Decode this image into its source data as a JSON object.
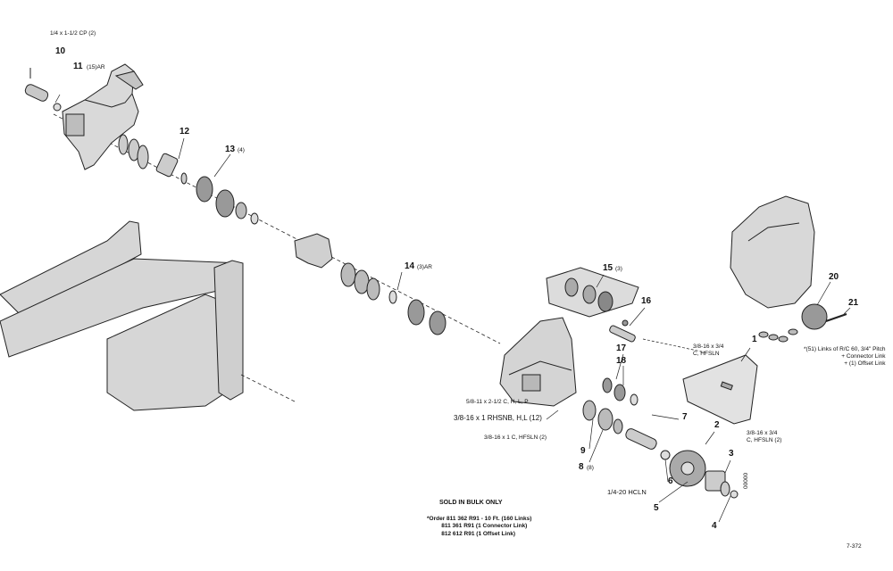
{
  "callouts": {
    "c1": "1",
    "c2": "2",
    "c3": "3",
    "c4": "4",
    "c5": "5",
    "c6": "6",
    "c7": "7",
    "c8": "8",
    "c8q": "(8)",
    "c9": "9",
    "c10": "10",
    "c11": "11",
    "c11q": "(15)AR",
    "c12": "12",
    "c13": "13",
    "c13q": "(4)",
    "c14": "14",
    "c14q": "(3)AR",
    "c15": "15",
    "c15q": "(3)",
    "c16": "16",
    "c17": "17",
    "c18": "18",
    "c20": "20",
    "c21": "21"
  },
  "hardware": {
    "cp_top": "1/4 x 1-1/2 CP (2)",
    "bolt_5_8": "5/8-11 x 2-1/2 C, H, L, P",
    "bolt_3_8_rhsnb": "3/8-16 x 1 RHSNB, H,L (12)",
    "bolt_3_8_hfsln": "3/8-16 x 1 C, HFSLN (2)",
    "hcln": "1/4-20 HCLN",
    "hfsln_a": "3/8-16 x 3/4\nC, HFSLN",
    "hfsln_b": "3/8-16 x 3/4\nC, HFSLN (2)"
  },
  "chain_note": "*(51) Links of R/C 60, 3/4\" Pitch\n+ Connector Link\n+ (1) Offset Link",
  "bulk": {
    "title": "SOLD IN BULK ONLY",
    "order": "*Order 811 362 R91 - 10 Ft. (160 Links)\n         811 361 R91 (1 Connector Link)\n         812 612 R91 (1 Offset Link)"
  },
  "page_ref": "7-372",
  "side_ref": "00000"
}
